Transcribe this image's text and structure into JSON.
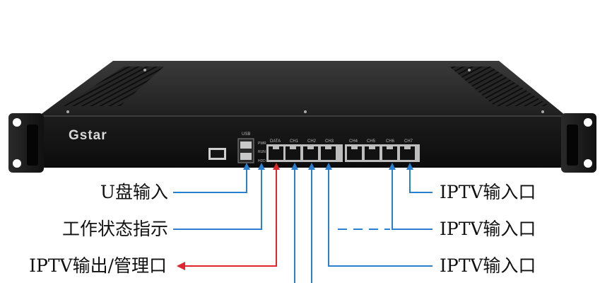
{
  "device": {
    "brand": "Gstar",
    "usb_label": "USB",
    "indicator_labels": [
      "PWR",
      "RUN",
      "HDD"
    ],
    "port_labels": [
      "DATA",
      "CH1",
      "CH2",
      "CH3",
      "CH4",
      "CH5",
      "CH6",
      "CH7"
    ]
  },
  "callouts": {
    "left": [
      "U盘输入",
      "工作状态指示",
      "IPTV输出/管理口"
    ],
    "right": [
      "IPTV输入口",
      "IPTV输入口",
      "IPTV输入口"
    ]
  },
  "colors": {
    "chassis": "#141414",
    "callout_line": "#2a7fd0",
    "output_line": "#e0262c"
  }
}
